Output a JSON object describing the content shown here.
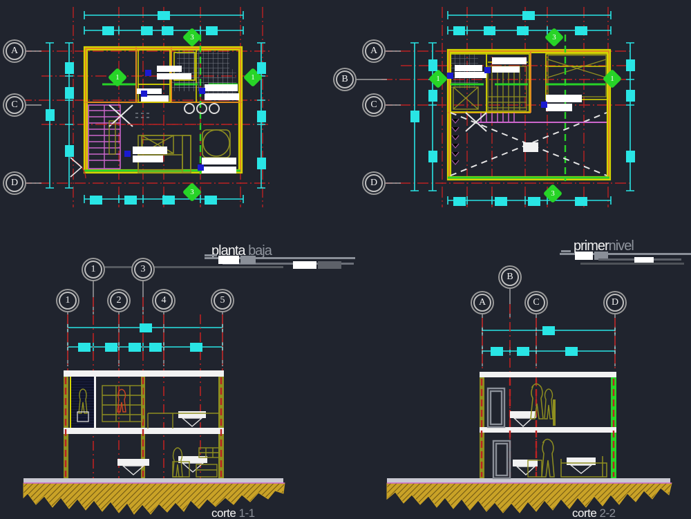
{
  "drawing": {
    "background_color": "#20242e",
    "app": "AutoCAD drawing viewport",
    "titles": {
      "plan_left": {
        "main": "planta",
        "sub": "baja"
      },
      "plan_right": {
        "main": "primer",
        "sub": "nivel"
      },
      "section_left": {
        "main": "corte",
        "sub": "1-1"
      },
      "section_right": {
        "main": "corte",
        "sub": "2-2"
      }
    },
    "colors": {
      "wall_yellow": "#d4d400",
      "wall_orange": "#e08a1e",
      "grid_red": "#bb2222",
      "dimension_cyan": "#29e5e5",
      "section_green": "#27d427",
      "stair_magenta": "#cc66cc",
      "slab_white": "#f2f2f2",
      "earth_gold": "#c9a227",
      "furniture_olive": "#8f8f20",
      "marker_blue": "#1a1ad0",
      "bubble_grey": "#bfbfbf",
      "door_grey": "#8a8f98"
    },
    "panels": [
      {
        "id": "plan-baja",
        "label": "planta baja",
        "kind": "floor-plan"
      },
      {
        "id": "plan-nivel",
        "label": "primer nivel",
        "kind": "floor-plan"
      },
      {
        "id": "corte-1-1",
        "label": "corte 1-1",
        "kind": "section"
      },
      {
        "id": "corte-2-2",
        "label": "corte 2-2",
        "kind": "section"
      }
    ],
    "grid_bubbles": {
      "plan_left_vertical": [
        "A",
        "C",
        "D"
      ],
      "plan_right_vertical": [
        "A",
        "B",
        "C",
        "D"
      ],
      "section_left_top": [
        "1",
        "3"
      ],
      "section_left_bottom": [
        "1",
        "2",
        "4",
        "5"
      ],
      "section_right_top": [
        "B"
      ],
      "section_right_bottom": [
        "A",
        "C",
        "D"
      ]
    },
    "section_markers": {
      "plan_left": [
        "1",
        "3",
        "1",
        "3"
      ],
      "plan_right": [
        "3",
        "1",
        "1",
        "3"
      ]
    }
  }
}
